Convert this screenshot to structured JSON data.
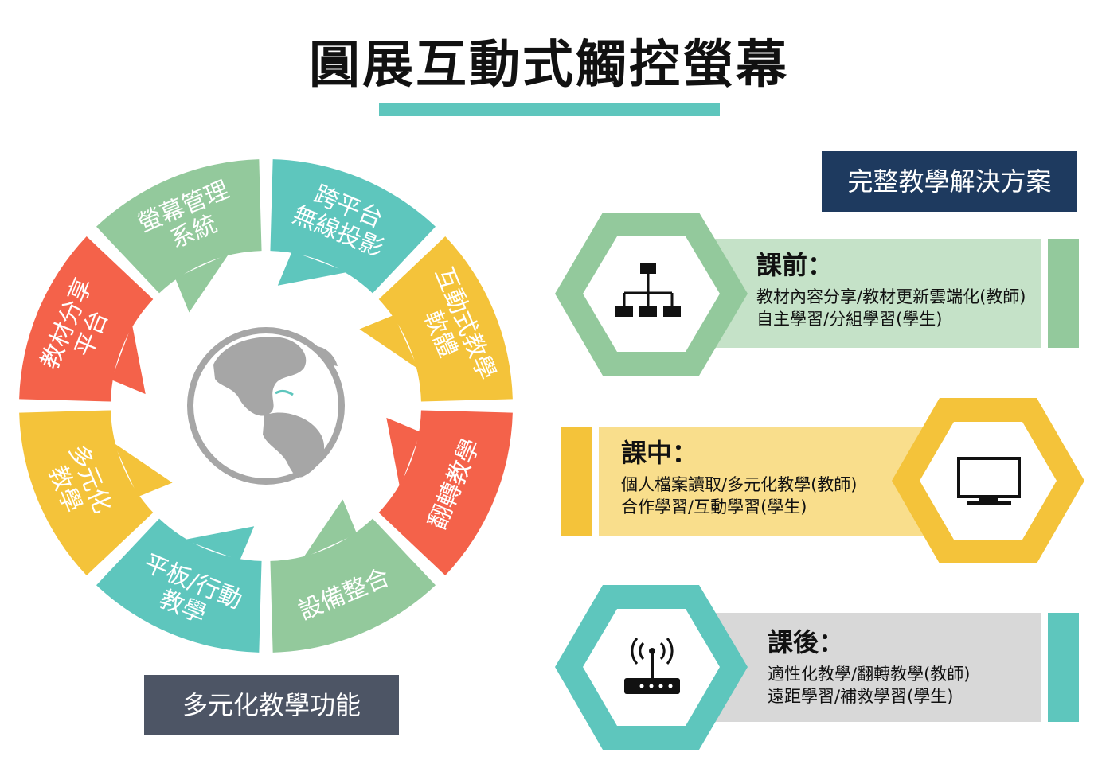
{
  "title": "圓展互動式觸控螢幕",
  "left_tag": "多元化教學功能",
  "right_tag": "完整教學解決方案",
  "colors": {
    "teal": "#5ec6bd",
    "green": "#93c99c",
    "yellow": "#f4c33a",
    "red": "#f4624a",
    "navy": "#1e3a5f",
    "slate": "#4d5565",
    "globe": "#a6a6a6"
  },
  "wheel": [
    {
      "lines": [
        "跨平台",
        "無線投影"
      ],
      "color": "teal"
    },
    {
      "lines": [
        "互動式教學",
        "軟體"
      ],
      "color": "yellow"
    },
    {
      "lines": [
        "翻轉教學"
      ],
      "color": "red"
    },
    {
      "lines": [
        "設備整合"
      ],
      "color": "green"
    },
    {
      "lines": [
        "平板/行動",
        "教學"
      ],
      "color": "teal"
    },
    {
      "lines": [
        "多元化",
        "教學"
      ],
      "color": "yellow"
    },
    {
      "lines": [
        "教材分享",
        "平台"
      ],
      "color": "red"
    },
    {
      "lines": [
        "螢幕管理",
        "系統"
      ],
      "color": "green"
    }
  ],
  "center_icon": "globe-icon",
  "lessons": [
    {
      "heading": "課前：",
      "line1": "教材內容分享/教材更新雲端化(教師)",
      "line2": "自主學習/分組學習(學生)",
      "icon": "org-chart-icon",
      "color": "green"
    },
    {
      "heading": "課中：",
      "line1": "個人檔案讀取/多元化教學(教師)",
      "line2": "合作學習/互動學習(學生)",
      "icon": "monitor-icon",
      "color": "yellow"
    },
    {
      "heading": "課後：",
      "line1": "適性化教學/翻轉教學(教師)",
      "line2": "遠距學習/補救學習(學生)",
      "icon": "wifi-router-icon",
      "color": "teal"
    }
  ]
}
